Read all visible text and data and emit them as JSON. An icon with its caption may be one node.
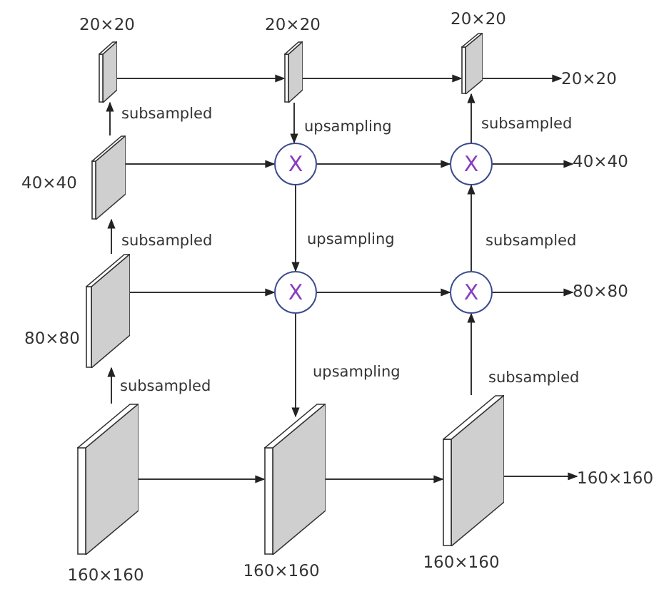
{
  "diagram": {
    "nodes": [
      {
        "text": [],
        "shape": "box",
        "beside": [
          "20×20"
        ]
      },
      {
        "text": [],
        "shape": "box",
        "beside": [
          "20×20"
        ]
      },
      {
        "text": [],
        "shape": "box",
        "beside": [
          "20×20"
        ]
      },
      {
        "text": [
          "20×20"
        ]
      },
      {
        "text": [],
        "shape": "box",
        "beside": [
          "40×40"
        ]
      },
      {
        "text": [
          "X"
        ]
      },
      {
        "text": [
          "X"
        ]
      },
      {
        "text": [
          "40×40"
        ]
      },
      {
        "text": [],
        "shape": "box",
        "beside": [
          "80×80"
        ]
      },
      {
        "text": [
          "X"
        ]
      },
      {
        "text": [
          "X"
        ]
      },
      {
        "text": [
          "80×80"
        ]
      },
      {
        "text": [],
        "shape": "box",
        "beside": [
          "160×160"
        ]
      },
      {
        "text": [],
        "shape": "box",
        "beside": [
          "160×160"
        ]
      },
      {
        "text": [],
        "shape": "box",
        "beside": [
          "160×160"
        ]
      },
      {
        "text": [
          "160×160"
        ]
      }
    ],
    "edges": [
      {
        "from": 0,
        "to": 1,
        "arrow": "to"
      },
      {
        "from": 1,
        "to": 2,
        "arrow": "to"
      },
      {
        "from": 2,
        "to": 3,
        "arrow": "to"
      },
      {
        "from": 4,
        "to": 0,
        "arrow": "to",
        "label": "subsampled"
      },
      {
        "from": 1,
        "to": 5,
        "arrow": "to",
        "label": "upsampling"
      },
      {
        "from": 6,
        "to": 2,
        "arrow": "to",
        "label": "subsampled"
      },
      {
        "from": 4,
        "to": 5,
        "arrow": "to"
      },
      {
        "from": 5,
        "to": 6,
        "arrow": "to"
      },
      {
        "from": 6,
        "to": 7,
        "arrow": "to"
      },
      {
        "from": 8,
        "to": 4,
        "arrow": "to",
        "label": "subsampled"
      },
      {
        "from": 5,
        "to": 9,
        "arrow": "to",
        "label": "upsampling"
      },
      {
        "from": 10,
        "to": 6,
        "arrow": "to",
        "label": "subsampled"
      },
      {
        "from": 8,
        "to": 9,
        "arrow": "to"
      },
      {
        "from": 9,
        "to": 10,
        "arrow": "to"
      },
      {
        "from": 10,
        "to": 11,
        "arrow": "to"
      },
      {
        "from": 12,
        "to": 8,
        "arrow": "to",
        "label": "subsampled"
      },
      {
        "from": 9,
        "to": 13,
        "arrow": "to",
        "label": "upsampling"
      },
      {
        "from": 14,
        "to": 10,
        "arrow": "to",
        "label": "subsampled"
      },
      {
        "from": 12,
        "to": 13,
        "arrow": "to"
      },
      {
        "from": 13,
        "to": 14,
        "arrow": "to"
      },
      {
        "from": 14,
        "to": 15,
        "arrow": "to"
      }
    ]
  }
}
